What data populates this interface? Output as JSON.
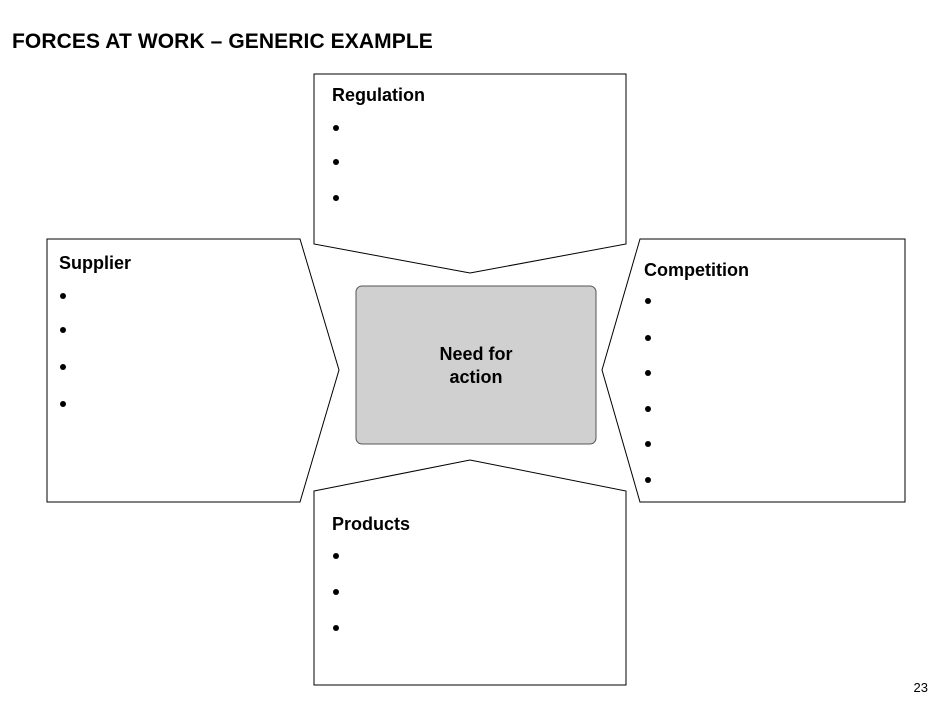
{
  "title": "FORCES AT WORK – GENERIC EXAMPLE",
  "page_number": "23",
  "colors": {
    "outline": "#000000",
    "center_fill": "#d0d0d0",
    "center_outline": "#555555",
    "background": "#ffffff"
  },
  "center": {
    "label_line1": "Need for",
    "label_line2": "action"
  },
  "forces": {
    "top": {
      "label": "Regulation",
      "bullet_count": 3
    },
    "left": {
      "label": "Supplier",
      "bullet_count": 4
    },
    "right": {
      "label": "Competition",
      "bullet_count": 6
    },
    "bottom": {
      "label": "Products",
      "bullet_count": 3
    }
  }
}
